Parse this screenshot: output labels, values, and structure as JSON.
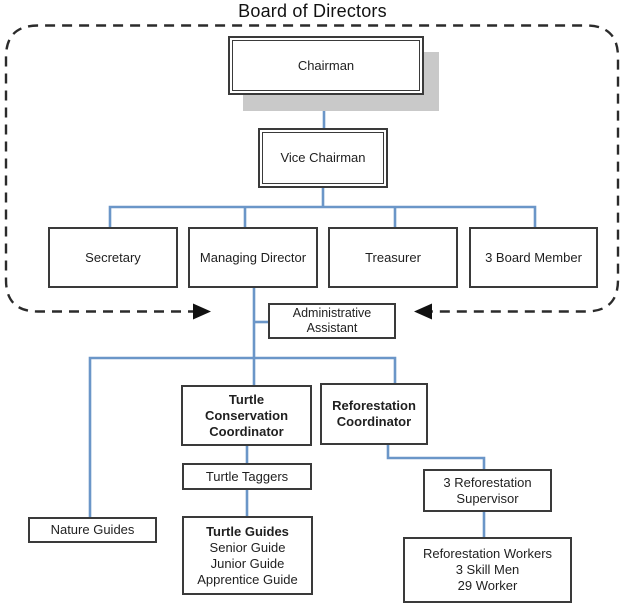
{
  "title": "Board of Directors",
  "colors": {
    "connector": "#6b96c8",
    "box_border": "#3a3a3a",
    "dashed_frame": "#2b2b2b",
    "arrow": "#111111",
    "shadow": "#c9c9c9",
    "background": "#ffffff",
    "text": "#1f1f1f"
  },
  "nodes": {
    "chairman": {
      "label": "Chairman"
    },
    "vice_chairman": {
      "label": "Vice Chairman"
    },
    "secretary": {
      "label": "Secretary"
    },
    "managing_director": {
      "label": "Managing Director"
    },
    "treasurer": {
      "label": "Treasurer"
    },
    "board_member": {
      "label": "3 Board Member"
    },
    "administrative_assistant": {
      "lines": [
        "Administrative",
        "Assistant"
      ]
    },
    "turtle_conservation_coordinator": {
      "lines": [
        "Turtle",
        "Conservation",
        "Coordinator"
      ]
    },
    "reforestation_coordinator": {
      "lines": [
        "Reforestation",
        "Coordinator"
      ]
    },
    "turtle_taggers": {
      "label": "Turtle Taggers"
    },
    "nature_guides": {
      "label": "Nature Guides"
    },
    "turtle_guides": {
      "title": "Turtle Guides",
      "lines": [
        "Senior Guide",
        "Junior Guide",
        "Apprentice Guide"
      ]
    },
    "reforestation_supervisor": {
      "lines": [
        "3 Reforestation",
        "Supervisor"
      ]
    },
    "reforestation_workers": {
      "lines": [
        "Reforestation Workers",
        "3 Skill Men",
        "29 Worker"
      ]
    }
  }
}
